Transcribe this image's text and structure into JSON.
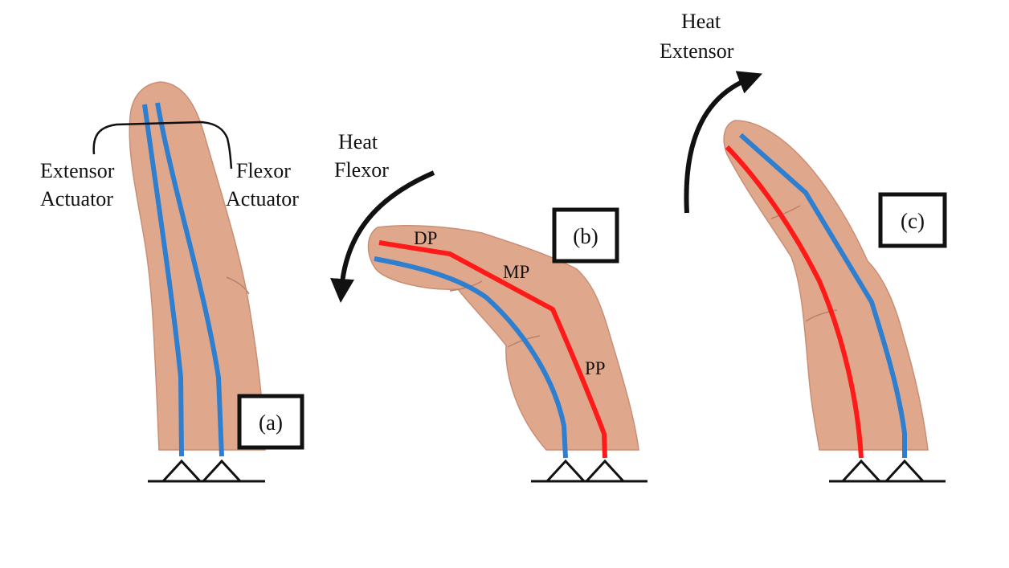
{
  "colors": {
    "skin": "#dfa88d",
    "skin_shadow": "#c98e74",
    "flexor_line": "#ff1a1a",
    "extensor_line": "#2f7fd0",
    "ink": "#111111"
  },
  "panels": [
    {
      "label": "(a)",
      "callouts": {
        "extensor_line1": "Extensor",
        "extensor_line2": "Actuator",
        "flexor_line1": "Flexor",
        "flexor_line2": "Actuator"
      }
    },
    {
      "label": "(b)",
      "action_line1": "Heat",
      "action_line2": "Flexor",
      "segments": [
        "DP",
        "MP",
        "PP"
      ]
    },
    {
      "label": "(c)",
      "action_line1": "Heat",
      "action_line2": "Extensor"
    }
  ]
}
